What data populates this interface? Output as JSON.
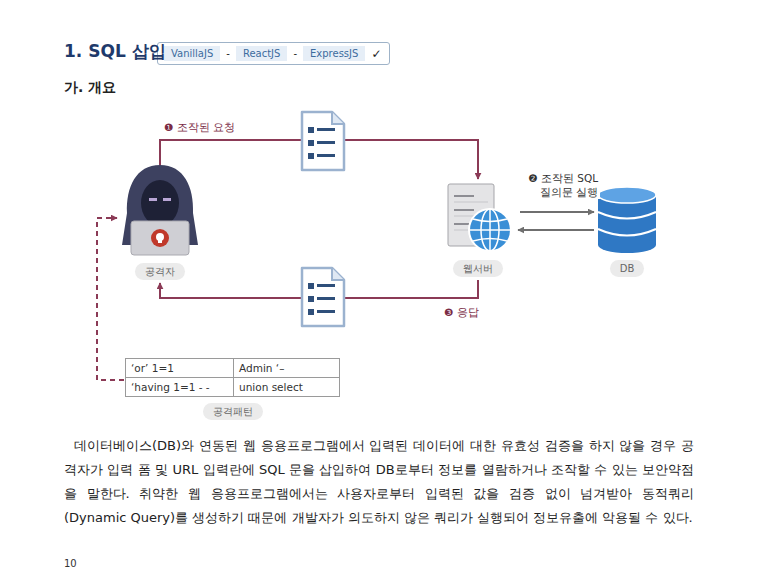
{
  "diagram": {
    "title": "1. SQL 삽입",
    "nodes": [
      {
        "text": [
          "공격자"
        ]
      },
      {
        "text": [
          "웹서버"
        ]
      },
      {
        "text": [
          "DB"
        ]
      },
      {
        "text": [
          "‘or’ 1=1",
          "Admin ‘–",
          "‘having 1=1 - -",
          "union select",
          "공격패턴"
        ]
      }
    ],
    "edges": [
      {
        "from": 0,
        "to": 1,
        "label": "❶ 조작된 요청",
        "arrow": "to"
      },
      {
        "from": 1,
        "to": 2,
        "label": "❷ 조작된 SQL 질의문 실행",
        "arrow": "to"
      },
      {
        "from": 2,
        "to": 1,
        "arrow": "to"
      },
      {
        "from": 1,
        "to": 0,
        "label": "❸ 응답",
        "arrow": "to"
      },
      {
        "from": 3,
        "to": 0,
        "arrow": "to"
      }
    ],
    "labels": [
      "VanillaJS",
      "-",
      "ReactJS",
      "-",
      "ExpressJS",
      "✓",
      "가. 개요",
      "데이터베이스(DB)와 연동된 웹 응용프로그램에서 입력된 데이터에 대한 유효성 검증을 하지 않을 경우 공격자가 입력 폼 및 URL 입력란에 SQL 문을 삽입하여 DB로부터 정보를 열람하거나 조작할 수 있는 보안약점을 말한다. 취약한 웹 응용프로그램에서는 사용자로부터 입력된 값을 검증 없이 넘겨받아 동적쿼리(Dynamic Query)를 생성하기 때문에 개발자가 의도하지 않은 쿼리가 실행되어 정보유출에 악용될 수 있다.",
      "10"
    ]
  }
}
